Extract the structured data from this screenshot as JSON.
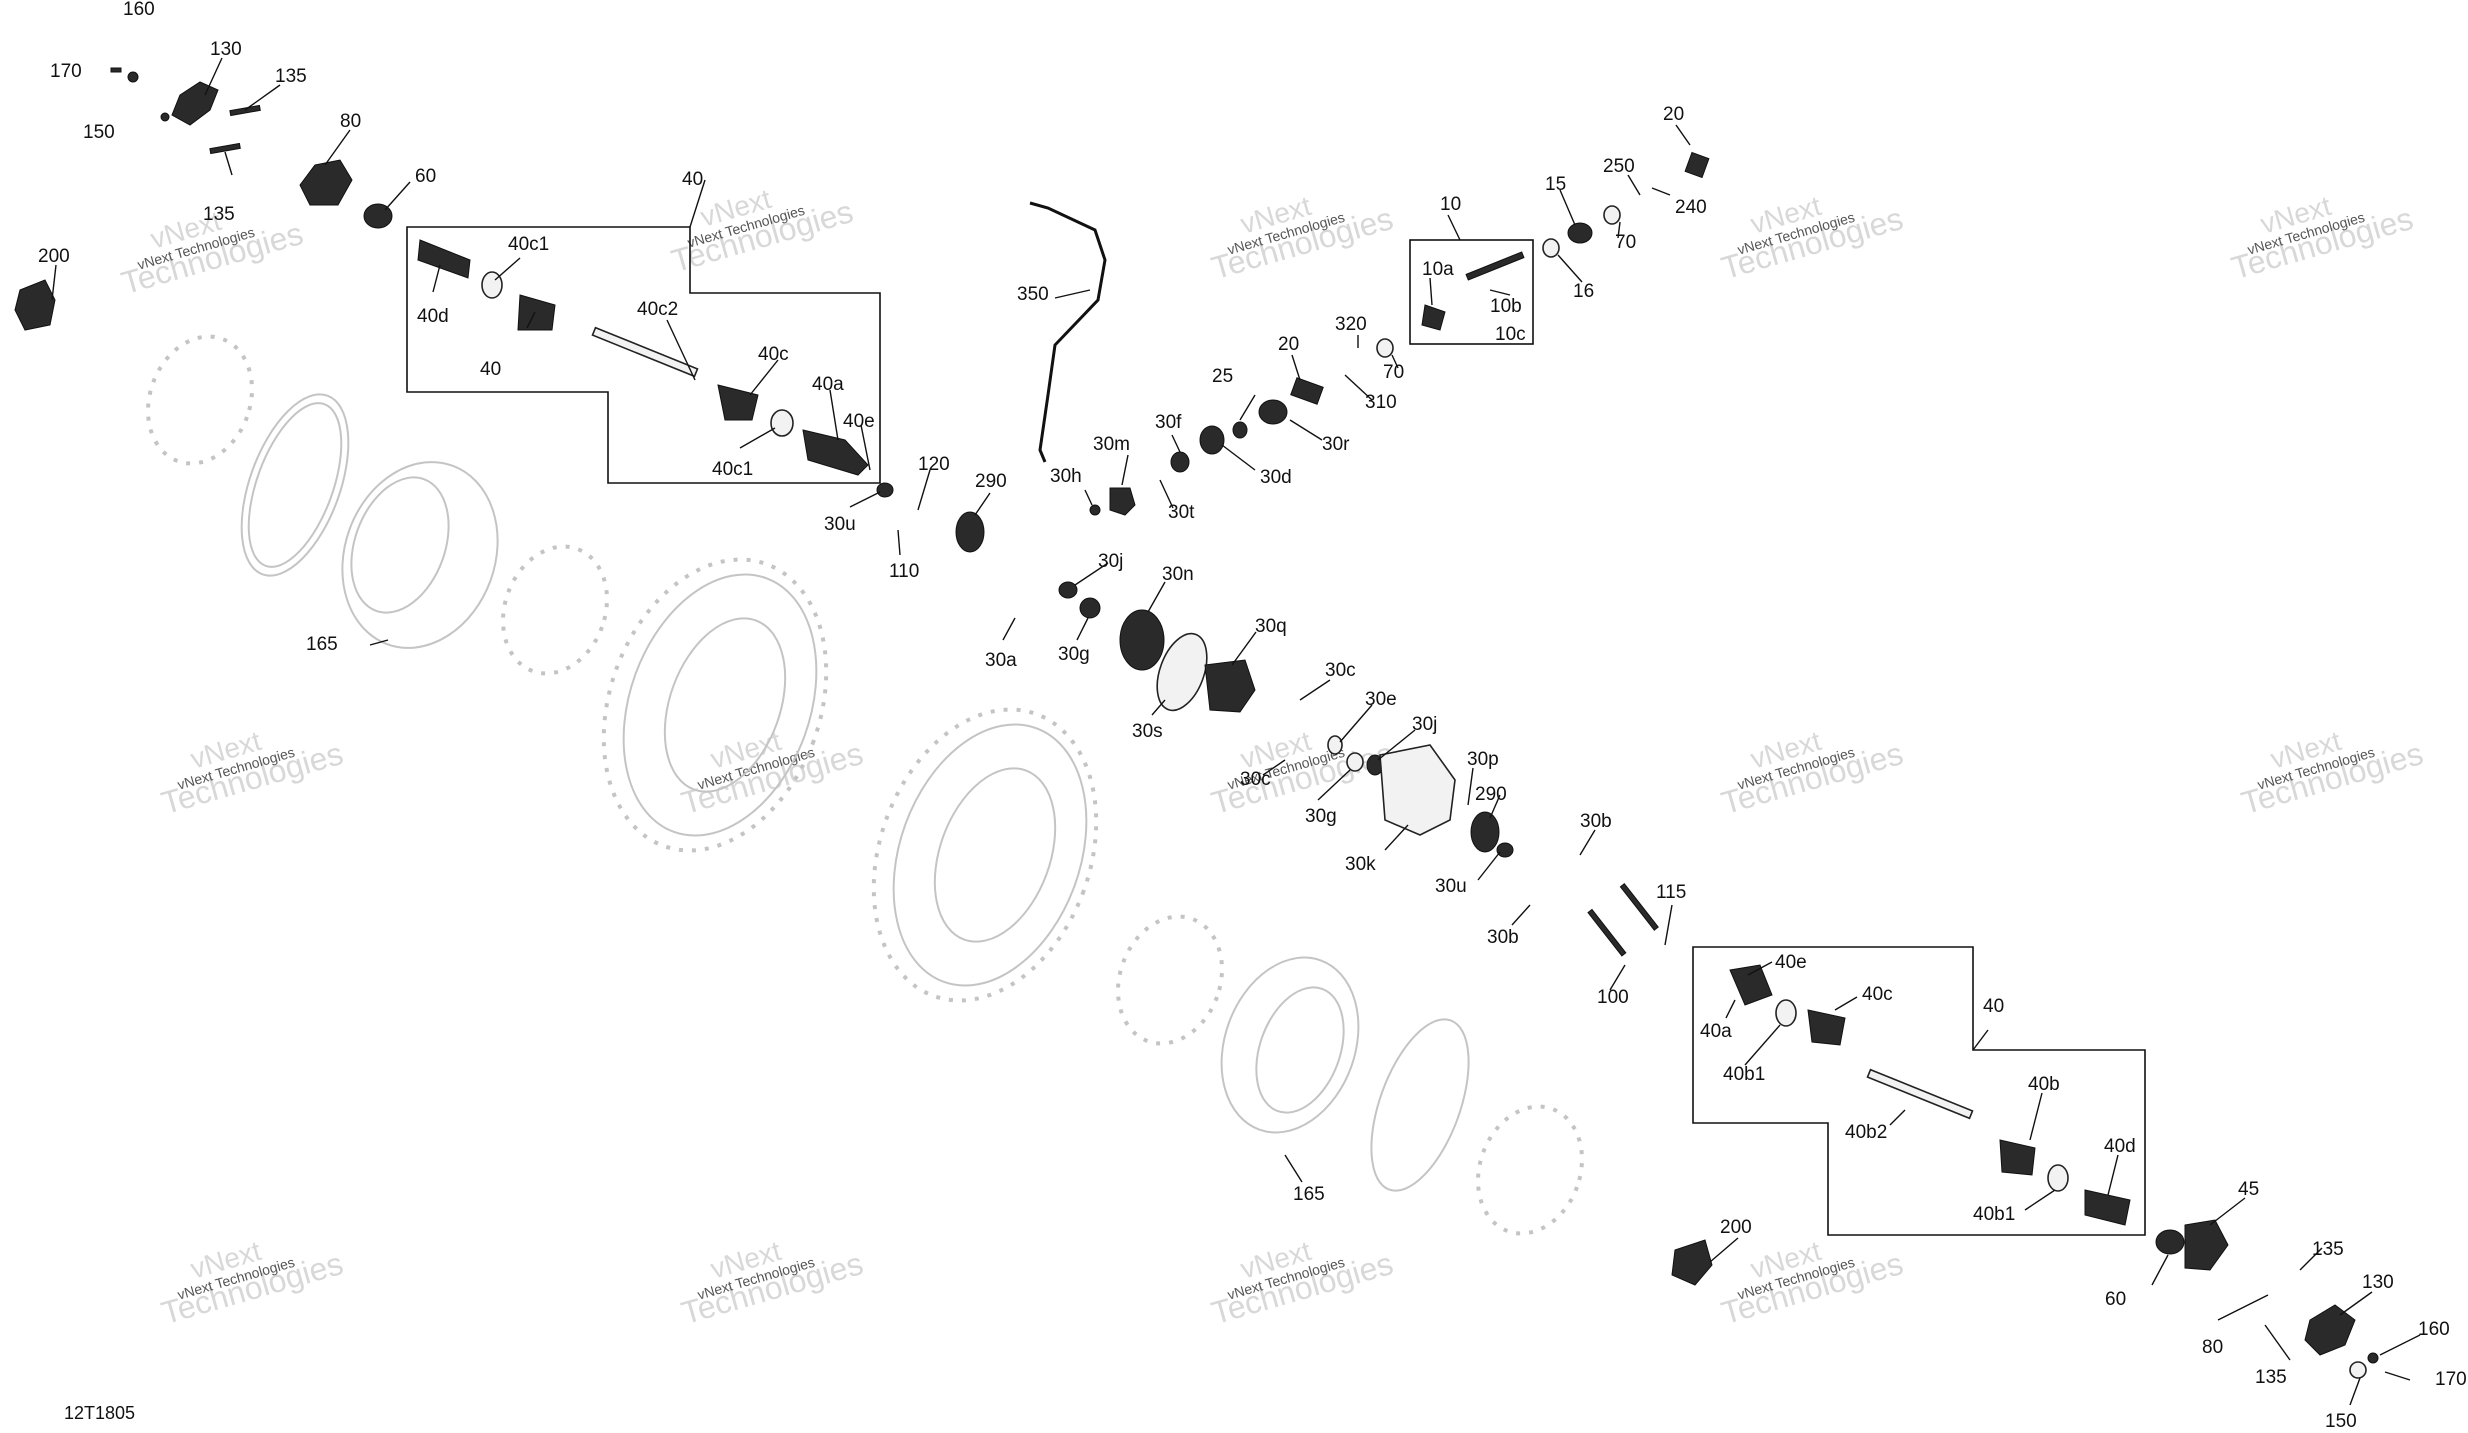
{
  "diagram_code": "12T1805",
  "watermark": {
    "line1": "vNext",
    "line2": "Technologies",
    "small": "vNext Technologies"
  },
  "labels": {
    "l160a": "160",
    "l170a": "170",
    "l150a": "150",
    "l130a": "130",
    "l135a": "135",
    "l135b": "135",
    "l80a": "80",
    "l60a": "60",
    "l200a": "200",
    "l40a": "40",
    "l40c1a": "40c1",
    "l40d": "40d",
    "l40b": "40",
    "l40c2": "40c2",
    "l40ca": "40c",
    "l40aa": "40a",
    "l40ea": "40e",
    "l40c1b": "40c1",
    "l30ua": "30u",
    "l120": "120",
    "l290a": "290",
    "l110": "110",
    "l165a": "165",
    "l350": "350",
    "l10": "10",
    "l10a": "10a",
    "l10b": "10b",
    "l10c": "10c",
    "l15": "15",
    "l16": "16",
    "l250": "250",
    "l240": "240",
    "l20a": "20",
    "l70a": "70",
    "l70b": "70",
    "l320": "320",
    "l310": "310",
    "l20b": "20",
    "l25": "25",
    "l30r": "30r",
    "l30d": "30d",
    "l30f": "30f",
    "l30t": "30t",
    "l30m": "30m",
    "l30h": "30h",
    "l30j_a": "30j",
    "l30n": "30n",
    "l30a": "30a",
    "l30g_a": "30g",
    "l30s": "30s",
    "l30q": "30q",
    "l30c_a": "30c",
    "l30e": "30e",
    "l30j_b": "30j",
    "l30c_b": "30c",
    "l30g_b": "30g",
    "l30p": "30p",
    "l290b": "290",
    "l30k": "30k",
    "l30ub": "30u",
    "l30b_a": "30b",
    "l30b_b": "30b",
    "l115": "115",
    "l100": "100",
    "l40eb": "40e",
    "l40cb": "40c",
    "l40ab": "40a",
    "l40b1a": "40b1",
    "l40bb": "40b",
    "l40b2": "40b2",
    "l40db": "40d",
    "l40b1b": "40b1",
    "l45": "45",
    "l135c": "135",
    "l130b": "130",
    "l160b": "160",
    "l170b": "170",
    "l150b": "150",
    "l80b": "80",
    "l60b": "60",
    "l135d": "135",
    "l200b": "200",
    "l165b": "165"
  }
}
